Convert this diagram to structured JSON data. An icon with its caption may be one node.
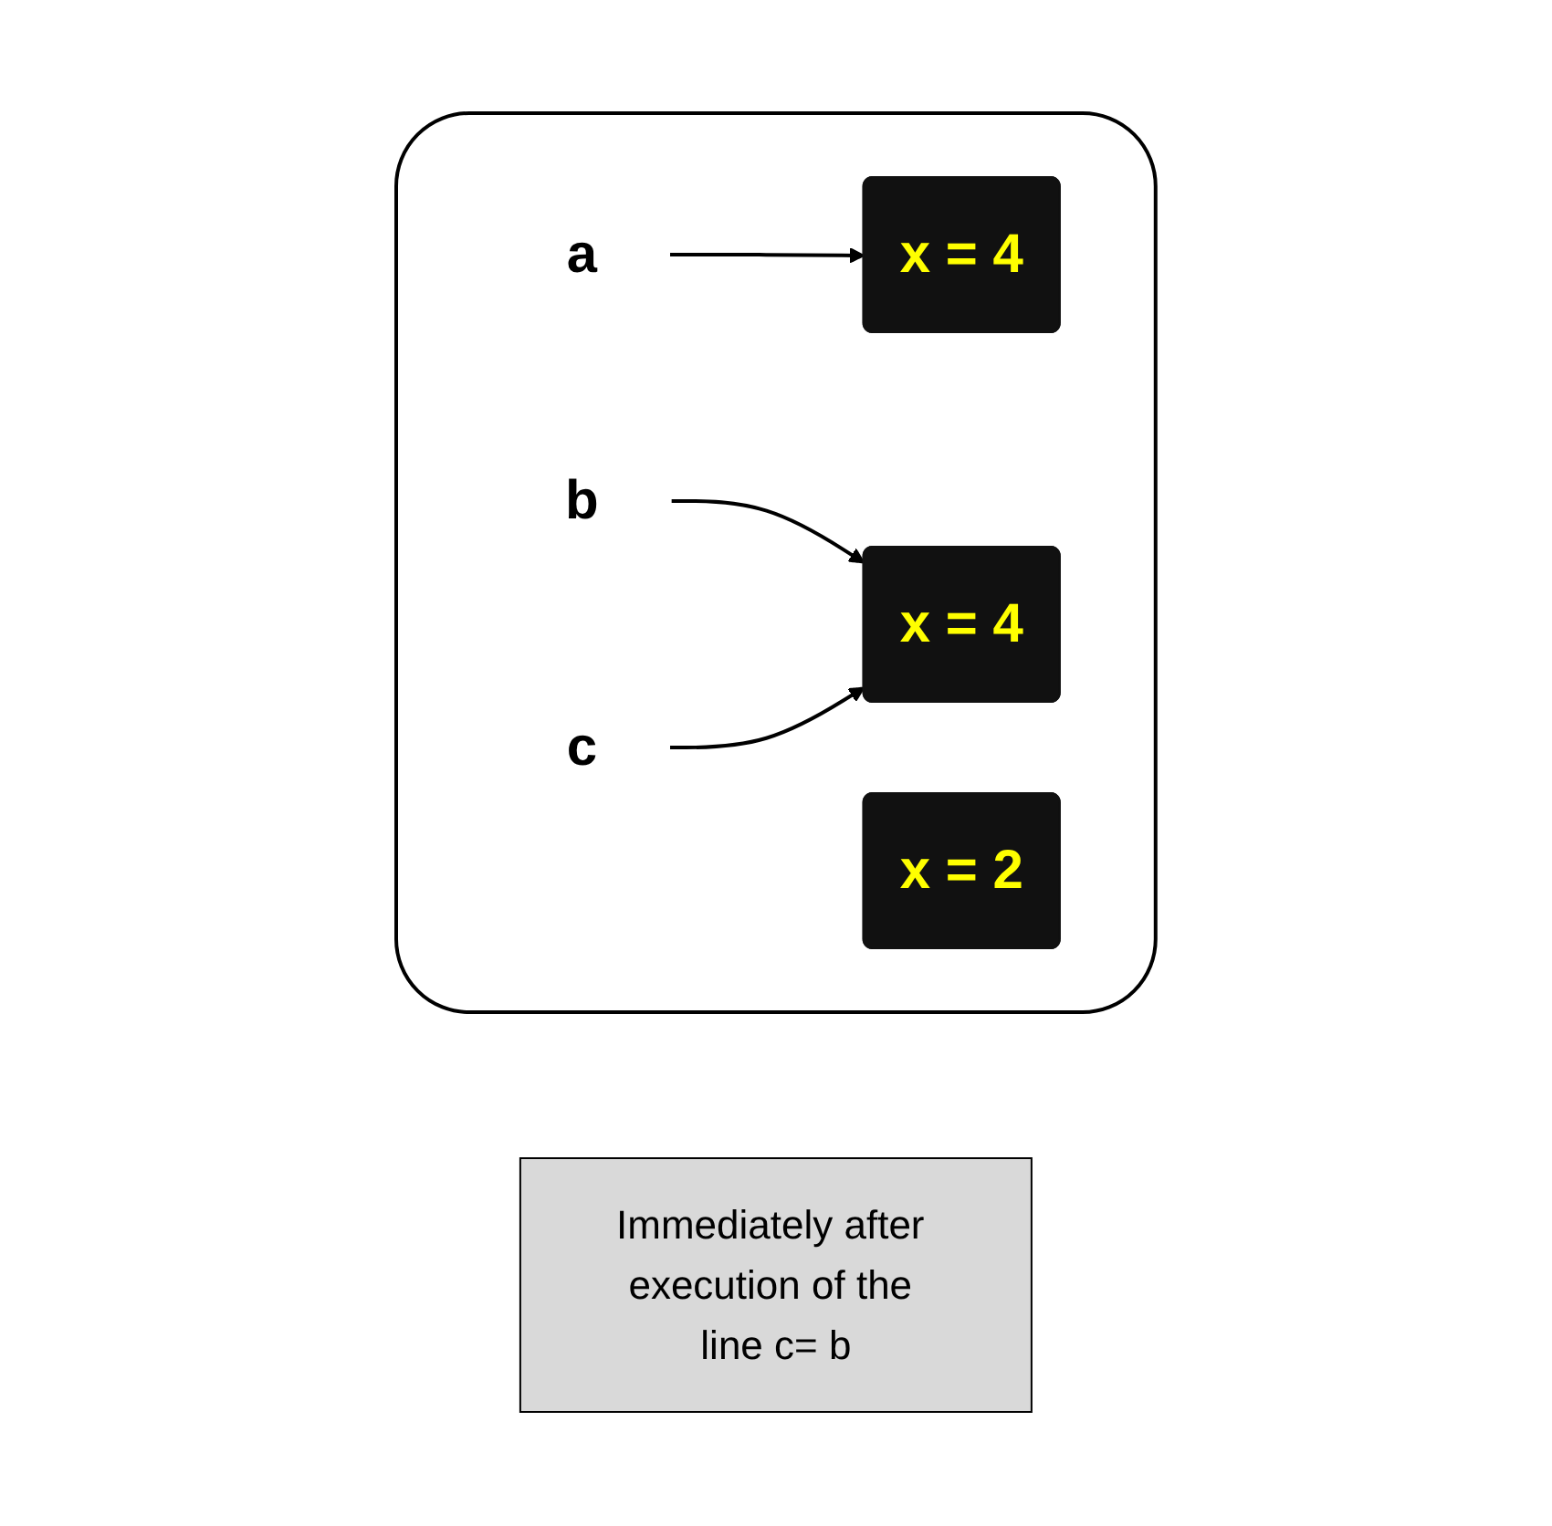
{
  "diagram": {
    "nodes": [
      {
        "text": [],
        "shape": "box"
      },
      {
        "text": [
          "a"
        ],
        "in": 0
      },
      {
        "text": [
          "x = 4"
        ],
        "in": 0
      },
      {
        "text": [
          "b"
        ],
        "in": 0
      },
      {
        "text": [
          "x = 4"
        ],
        "in": 0
      },
      {
        "text": [
          "c"
        ],
        "in": 0
      },
      {
        "text": [
          "x = 2"
        ],
        "in": 0
      },
      {
        "text": [
          "Immediately after execution of the line c= b"
        ]
      }
    ],
    "edges": [
      {
        "from": 1,
        "to": 2,
        "arrow": "to"
      },
      {
        "from": 3,
        "to": 4,
        "arrow": "to"
      },
      {
        "from": 5,
        "to": 4,
        "arrow": "to"
      }
    ]
  }
}
